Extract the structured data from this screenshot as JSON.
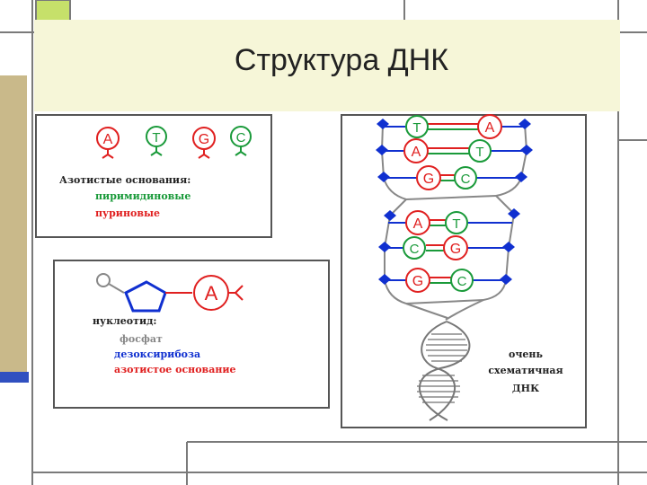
{
  "slide": {
    "title": "Структура ДНК"
  },
  "bases_panel": {
    "letters": [
      "A",
      "T",
      "G",
      "C"
    ],
    "heading": "Азотистые основания:",
    "pyrimidine": "пиримидиновые",
    "purine": "пуриновые"
  },
  "nucleotide_panel": {
    "base_letter": "A",
    "heading": "нуклеотид:",
    "phosphate": "фосфат",
    "deoxyribose": "дезоксирибоза",
    "base": "азотистое основание"
  },
  "dna_panel": {
    "pairs_top": [
      [
        "T",
        "A"
      ],
      [
        "A",
        "T"
      ],
      [
        "G",
        "C"
      ]
    ],
    "pairs_bottom": [
      [
        "A",
        "T"
      ],
      [
        "C",
        "G"
      ],
      [
        "G",
        "C"
      ]
    ],
    "caption_line1": "очень",
    "caption_line2": "схематичная",
    "caption_line3": "ДНК"
  },
  "colors": {
    "purine": "#e02020",
    "pyrimidine": "#1a9a3a",
    "phosphate": "#888888",
    "sugar": "#1030d0",
    "frame_gray": "#7a7a7a",
    "accent_green": "#c6e06a",
    "accent_tan": "#c9b98a",
    "accent_blue": "#3050c0"
  }
}
